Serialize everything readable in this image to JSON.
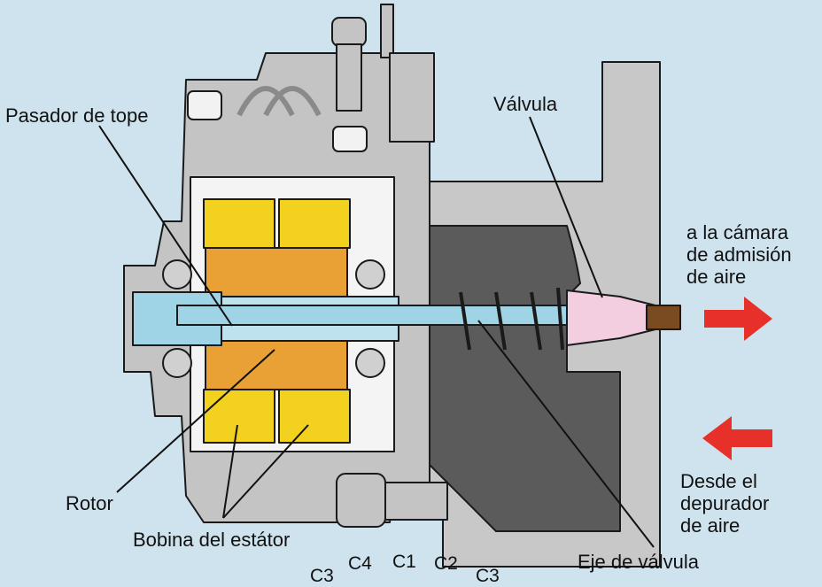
{
  "labels": {
    "stop_pin": "Pasador de tope",
    "valve": "Válvula",
    "to_chamber": [
      "a la cámara",
      "de admisión",
      "de aire"
    ],
    "from_cleaner": [
      "Desde el",
      "depurador",
      "de aire"
    ],
    "rotor": "Rotor",
    "stator_coil": "Bobina del estátor",
    "valve_shaft": "Eje de válvula",
    "coil_terminals": [
      "C3",
      "C4",
      "C1",
      "C2",
      "C3"
    ]
  },
  "colors": {
    "background": "#cfe3ee",
    "housing": "#c8c8c8",
    "valve_body": "#5a5a5a",
    "coil": "#f2d21f",
    "rotor_magnet": "#e9a035",
    "shaft": "#9fd3e6",
    "valve_tip": "#f3cde0",
    "arrow": "#e8302b"
  }
}
